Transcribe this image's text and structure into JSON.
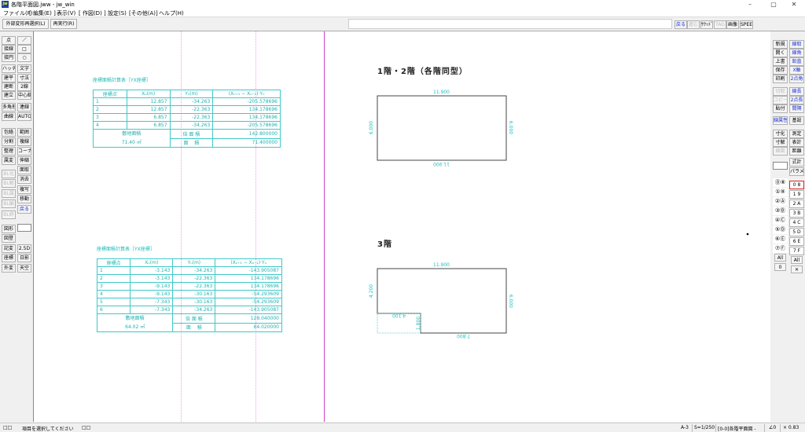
{
  "window": {
    "title": "各階平面図.jww - jw_win",
    "icon": "jw",
    "minimize": "–",
    "maximize": "▢",
    "close": "✕"
  },
  "menu": [
    "ファイル(F)",
    "[ 編集(E) ]",
    "表示(V)",
    "[ 作図(D) ]",
    "設定(S)",
    "[その他(A)]",
    "ヘルプ(H)"
  ],
  "toolbar": {
    "left": [
      "外部変形再選択(L)",
      "再実行(R)"
    ],
    "right": [
      {
        "label": "戻る",
        "state": "blue"
      },
      {
        "label": "進む",
        "state": "dis"
      },
      {
        "label": "ｻｸｯﾄﾞ",
        "state": ""
      },
      {
        "label": "TAG",
        "state": "dis"
      },
      {
        "label": "画像",
        "state": ""
      },
      {
        "label": "SPEED",
        "state": ""
      }
    ]
  },
  "left_tools": {
    "col1": [
      {
        "label": "点"
      },
      {
        "label": "接線"
      },
      {
        "label": "接円"
      },
      {
        "label": "ハッチ"
      },
      {
        "label": "建平"
      },
      {
        "label": "建断"
      },
      {
        "label": "建立"
      },
      {
        "label": "多角形"
      },
      {
        "label": "曲線"
      },
      {
        "label": "包絡"
      },
      {
        "label": "分割"
      },
      {
        "label": "整理"
      },
      {
        "label": "属変"
      },
      {
        "label": "BL化",
        "state": "dis"
      },
      {
        "label": "BL解",
        "state": "dis"
      },
      {
        "label": "BL属",
        "state": "dis"
      },
      {
        "label": "BL編",
        "state": "dis"
      },
      {
        "label": "BL終",
        "state": "dis"
      },
      {
        "label": "図形"
      },
      {
        "label": "図登"
      },
      {
        "label": "記変"
      },
      {
        "label": "座標"
      },
      {
        "label": "外変"
      }
    ],
    "col2": [
      {
        "label": "／"
      },
      {
        "label": "□"
      },
      {
        "label": "○"
      },
      {
        "label": "文字"
      },
      {
        "label": "寸法"
      },
      {
        "label": "2線"
      },
      {
        "label": "中心線"
      },
      {
        "label": "連線"
      },
      {
        "label": "AUTO"
      },
      {
        "label": "範囲"
      },
      {
        "label": "複線"
      },
      {
        "label": "コーナー"
      },
      {
        "label": "伸縮"
      },
      {
        "label": "面取"
      },
      {
        "label": "消去"
      },
      {
        "label": "複写"
      },
      {
        "label": "移動"
      },
      {
        "label": "戻る",
        "state": "blue"
      },
      {
        "label": "2.5D"
      },
      {
        "label": "日影"
      },
      {
        "label": "天空"
      }
    ]
  },
  "right_tools": {
    "col1": [
      {
        "label": "新規"
      },
      {
        "label": "開く"
      },
      {
        "label": "上書"
      },
      {
        "label": "保存"
      },
      {
        "label": "印刷"
      },
      {
        "label": "切取",
        "state": "dis"
      },
      {
        "label": "コピー",
        "state": "dis"
      },
      {
        "label": "貼付"
      },
      {
        "label": "線属性",
        "state": "blue"
      },
      {
        "label": "寸化"
      },
      {
        "label": "寸解"
      },
      {
        "label": "線図",
        "state": "dis"
      }
    ],
    "col2": [
      {
        "label": "線取",
        "state": "blue"
      },
      {
        "label": "線角",
        "state": "blue"
      },
      {
        "label": "鉛直",
        "state": "blue"
      },
      {
        "label": "X軸",
        "state": "blue"
      },
      {
        "label": "2点角",
        "state": "blue"
      },
      {
        "label": "線長",
        "state": "blue"
      },
      {
        "label": "2点長",
        "state": "blue"
      },
      {
        "label": "間隔",
        "state": "blue"
      },
      {
        "label": "基設"
      },
      {
        "label": "測定"
      },
      {
        "label": "表計"
      },
      {
        "label": "距離"
      },
      {
        "label": "式計"
      },
      {
        "label": "パラメ"
      }
    ],
    "layer_groups": [
      "⓪⑧",
      "①⑨",
      "②Ⓐ",
      "③Ⓑ",
      "④Ⓒ",
      "⑤Ⓓ",
      "⑥Ⓔ",
      "⑦Ⓕ"
    ],
    "layers": [
      "0 8",
      "1 9",
      "2 A",
      "3 B",
      "4 C",
      "5 D",
      "6 E",
      "7 F"
    ],
    "all1": "All",
    "zero": "0",
    "all2": "All",
    "cross": "✕"
  },
  "table1": {
    "title": "座標面積計算表［YX座標］",
    "headers": [
      "座標点",
      "Xₙ(m)",
      "Yₙ(m)",
      "(Xₙ₊₁ − Xₙ₋₁)·Yₙ"
    ],
    "rows": [
      [
        "1",
        "12.857",
        "-34.263",
        "-205.578696"
      ],
      [
        "2",
        "12.857",
        "-22.363",
        "134.178696"
      ],
      [
        "3",
        "6.857",
        "-22.363",
        "134.178696"
      ],
      [
        "4",
        "6.857",
        "-34.263",
        "-205.578696"
      ]
    ],
    "site_label": "敷地面積",
    "site_value": "71.40 ㎡",
    "double_label": "倍 面 積",
    "double_value": "142.800000",
    "area_label": "面　 積",
    "area_value": "71.400000"
  },
  "table2": {
    "title": "座標面積計算表［YX座標］",
    "headers": [
      "座標点",
      "Xₙ(m)",
      "Yₙ(m)",
      "(Xₙ₊₁ − Xₙ₋₁)·Yₙ"
    ],
    "rows": [
      [
        "1",
        "-3.143",
        "-34.263",
        "-143.905087"
      ],
      [
        "2",
        "-3.143",
        "-22.363",
        "134.178696"
      ],
      [
        "3",
        "-9.143",
        "-22.363",
        "134.178696"
      ],
      [
        "4",
        "-9.143",
        "-30.163",
        "-54.293609"
      ],
      [
        "5",
        "-7.343",
        "-30.163",
        "-54.293609"
      ],
      [
        "6",
        "-7.343",
        "-34.263",
        "-143.905087"
      ]
    ],
    "site_label": "敷地面積",
    "site_value": "64.02 ㎡",
    "double_label": "倍 面 積",
    "double_value": "128.040000",
    "area_label": "面　 積",
    "area_value": "64.020000"
  },
  "plan1": {
    "title": "1階・2階（各階同型）",
    "top": "11.900",
    "bottom": "11.900",
    "left": "6.000",
    "right": "6.000"
  },
  "plan2": {
    "title": "3階",
    "top": "11.900",
    "left": "4.200",
    "right": "6.000",
    "bottom": "7.800",
    "notch_h": "4.100",
    "notch_v": "1.800"
  },
  "status": {
    "left_a": "□□",
    "message": "項目を選択してください",
    "left_b": "□□",
    "paper": "A-3",
    "scale": "S=1/250",
    "layer": "[0-0]各階平面図 -",
    "angle": "∠0",
    "zoom": "× 0.83"
  }
}
